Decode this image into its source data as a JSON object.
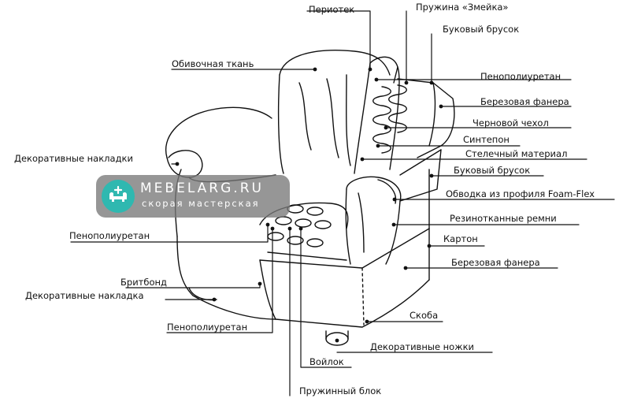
{
  "watermark": {
    "name": "MEBELARG.RU",
    "tagline": "скорая мастерская"
  },
  "labels": {
    "periotek": "Периотек",
    "spring_snake": "Пружина «Змейка»",
    "beech_bar_top": "Буковый брусок",
    "upholstery_fabric": "Обивочная ткань",
    "pu_foam_top": "Пенополиуретан",
    "birch_plywood_top": "Березовая фанера",
    "rough_cover": "Черновой чехол",
    "sintepon": "Синтепон",
    "stelechny": "Стелечный материал",
    "decor_pads_left": "Декоративные накладки",
    "beech_bar_mid": "Буковый брусок",
    "foamflex_edge": "Обводка из профиля Foam-Flex",
    "rubber_belts": "Резинотканные ремни",
    "pu_foam_left": "Пенополиуретан",
    "cardboard": "Картон",
    "birch_plywood_bottom": "Березовая фанера",
    "britbond": "Бритбонд",
    "decor_pad_bottom": "Декоративные накладка",
    "staple": "Скоба",
    "decor_legs": "Декоративные ножки",
    "pu_foam_bottom": "Пенополиуретан",
    "felt": "Войлок",
    "spring_block": "Пружинный блок"
  }
}
